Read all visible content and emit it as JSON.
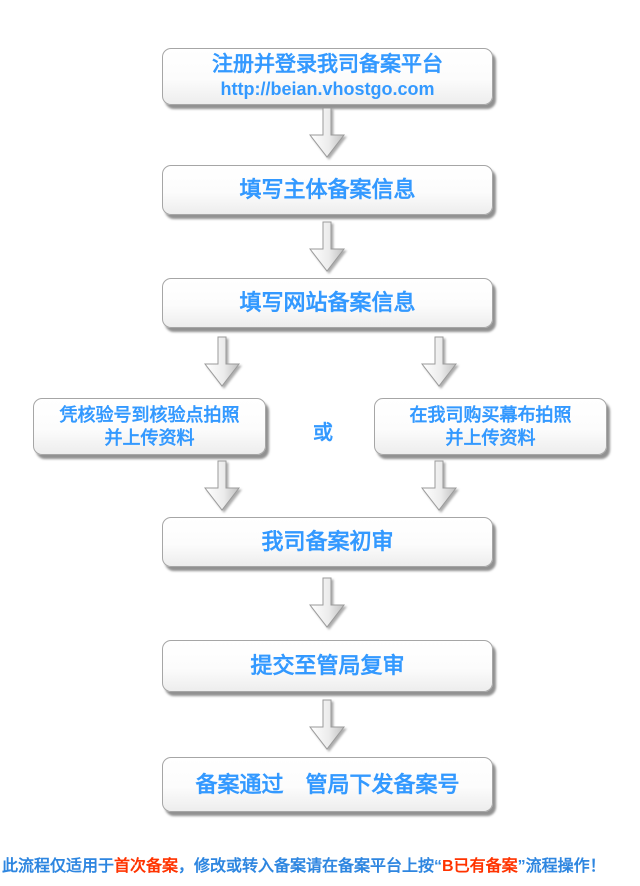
{
  "colors": {
    "box_text_blue": "#3399ff",
    "footer_blue": "#2e86e0",
    "footer_red": "#ff3300",
    "box_border": "#a6a6a6",
    "arrow_fill_light": "#ffffff",
    "arrow_fill_dark": "#c4c4c4"
  },
  "flow": {
    "boxes": {
      "register": {
        "line1": "注册并登录我司备案平台",
        "line2": "http://beian.vhostgo.com"
      },
      "subject": {
        "label": "填写主体备案信息"
      },
      "website": {
        "label": "填写网站备案信息"
      },
      "verify_point": {
        "line1": "凭核验号到核验点拍照",
        "line2": "并上传资料"
      },
      "or_label": "或",
      "buy_curtain": {
        "line1": "在我司购买幕布拍照",
        "line2": "并上传资料"
      },
      "initial_review": {
        "label": "我司备案初审"
      },
      "bureau_review": {
        "label": "提交至管局复审"
      },
      "approved": {
        "label": "备案通过　管局下发备案号"
      }
    },
    "footer": {
      "seg1_blue": "此流程仅适用于",
      "seg2_red": "首次备案",
      "seg3_blue": "，修改或转入备案请在备案平台上按“",
      "seg4_red": "B已有备案",
      "seg5_blue": "”流程操作！"
    }
  }
}
